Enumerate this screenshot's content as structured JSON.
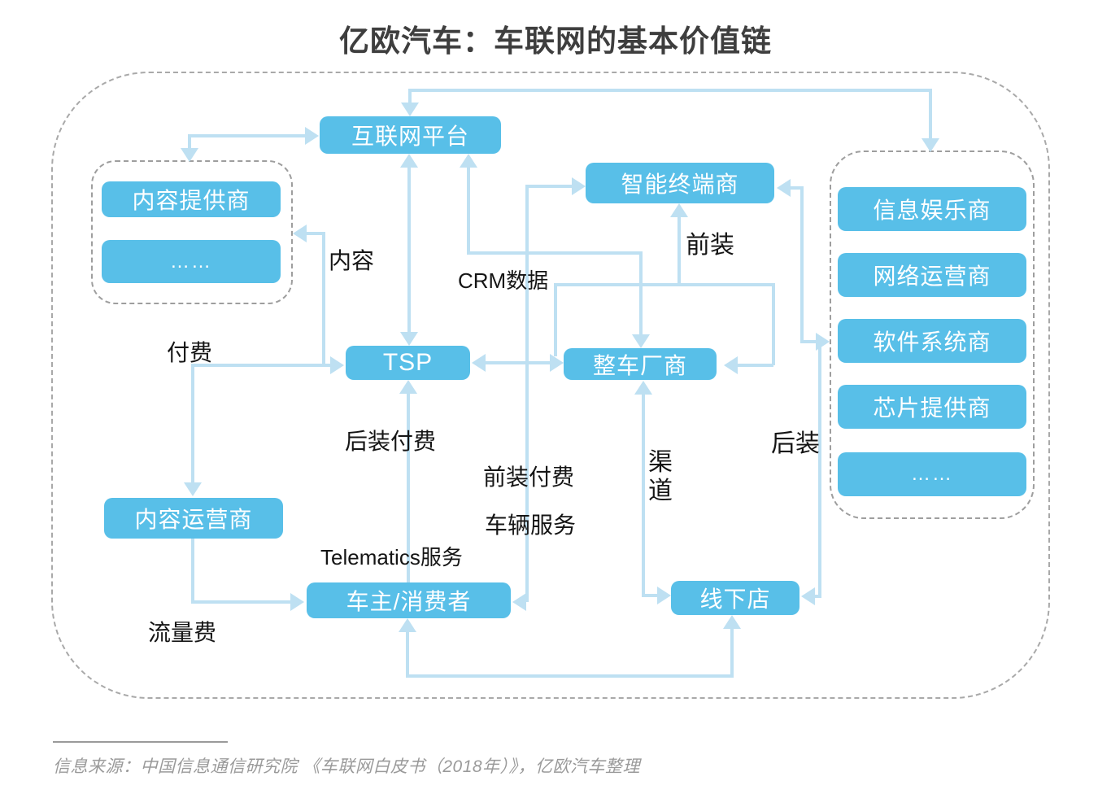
{
  "title": "亿欧汽车：车联网的基本价值链",
  "source_note": "信息来源：中国信息通信研究院 《车联网白皮书（2018年）》，亿欧汽车整理",
  "nodes": {
    "internet_platform": {
      "label": "互联网平台"
    },
    "smart_terminal": {
      "label": "智能终端商"
    },
    "tsp": {
      "label": "TSP"
    },
    "oem": {
      "label": "整车厂商"
    },
    "content_provider": {
      "label": "内容提供商"
    },
    "content_provider_more": {
      "label": "……"
    },
    "content_operator": {
      "label": "内容运营商"
    },
    "consumer": {
      "label": "车主/消费者"
    },
    "offline_store": {
      "label": "线下店"
    },
    "infotainment": {
      "label": "信息娱乐商"
    },
    "network_operator": {
      "label": "网络运营商"
    },
    "software_system": {
      "label": "软件系统商"
    },
    "chip_provider": {
      "label": "芯片提供商"
    },
    "supplier_more": {
      "label": "……"
    }
  },
  "edge_labels": {
    "content": "内容",
    "crm_data": "CRM数据",
    "front_install": "前装",
    "pay_fee": "付费",
    "aftermarket_pay": "后装付费",
    "front_install_pay": "前装付费",
    "vehicle_service": "车辆服务",
    "telematics_service": "Telematics服务",
    "channel": "渠道",
    "aftermarket": "后装",
    "data_fee": "流量费"
  },
  "colors": {
    "node_fill": "#58bfe8",
    "node_text": "#ffffff",
    "arrow": "#bee0f2",
    "dashed_border": "#9e9e9e",
    "title_text": "#3e3e3e",
    "label_text": "#151515",
    "source_text": "#9a9a9a"
  }
}
